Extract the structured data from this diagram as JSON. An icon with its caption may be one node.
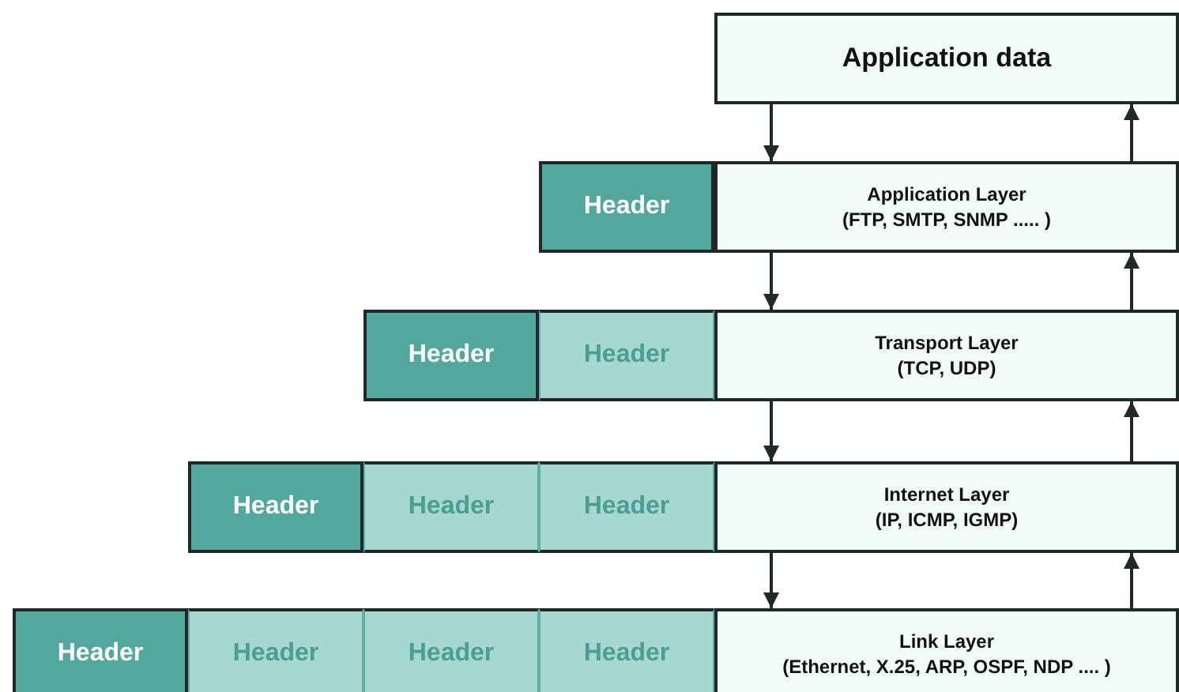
{
  "diagram": {
    "nodes": [
      {
        "text": [
          "Application data"
        ]
      },
      {
        "text": [
          "Header"
        ]
      },
      {
        "text": [
          "Application Layer",
          "(FTP, SMTP, SNMP ..... )"
        ]
      },
      {
        "text": [
          "Header"
        ]
      },
      {
        "text": [
          "Header"
        ]
      },
      {
        "text": [
          "Transport Layer",
          "(TCP, UDP)"
        ]
      },
      {
        "text": [
          "Header"
        ]
      },
      {
        "text": [
          "Header"
        ]
      },
      {
        "text": [
          "Header"
        ]
      },
      {
        "text": [
          "Internet Layer",
          "(IP, ICMP, IGMP)"
        ]
      },
      {
        "text": [
          "Header"
        ]
      },
      {
        "text": [
          "Header"
        ]
      },
      {
        "text": [
          "Header"
        ]
      },
      {
        "text": [
          "Header"
        ]
      },
      {
        "text": [
          "Link Layer",
          "(Ethernet, X.25, ARP, OSPF, NDP .... )"
        ]
      }
    ],
    "edges": [
      {
        "from": 0,
        "to": 2,
        "arrow": "to"
      },
      {
        "from": 2,
        "to": 0,
        "arrow": "to"
      },
      {
        "from": 2,
        "to": 5,
        "arrow": "to"
      },
      {
        "from": 5,
        "to": 2,
        "arrow": "to"
      },
      {
        "from": 5,
        "to": 9,
        "arrow": "to"
      },
      {
        "from": 9,
        "to": 5,
        "arrow": "to"
      },
      {
        "from": 9,
        "to": 14,
        "arrow": "to"
      },
      {
        "from": 14,
        "to": 9,
        "arrow": "to"
      }
    ]
  }
}
